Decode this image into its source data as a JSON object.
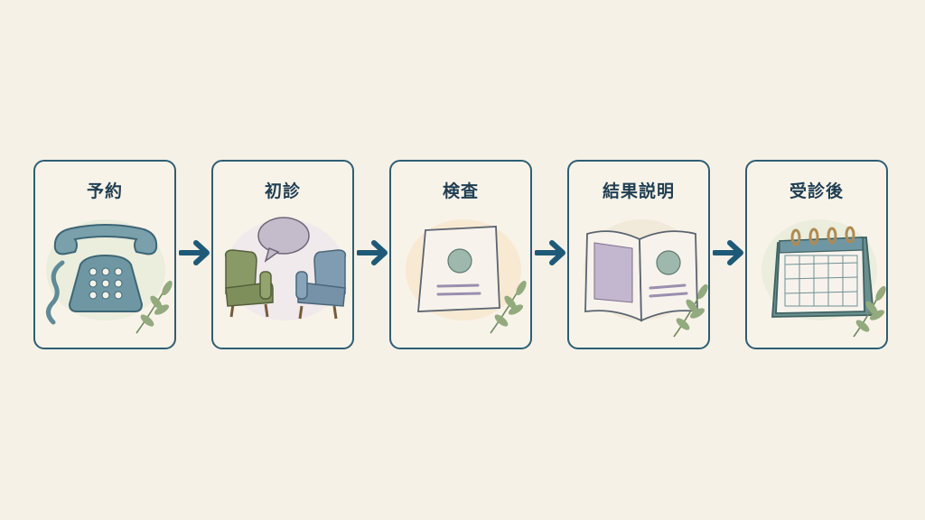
{
  "colors": {
    "border": "#2f5e74",
    "arrow": "#1e5a78",
    "title": "#1f3e52",
    "background": "#f6f1e7",
    "card": "#f8f3e9"
  },
  "steps": [
    {
      "label": "予約",
      "icon": "telephone-icon"
    },
    {
      "label": "初診",
      "icon": "consultation-chairs-icon"
    },
    {
      "label": "検査",
      "icon": "test-document-icon"
    },
    {
      "label": "結果説明",
      "icon": "results-booklet-icon"
    },
    {
      "label": "受診後",
      "icon": "calendar-icon"
    }
  ]
}
